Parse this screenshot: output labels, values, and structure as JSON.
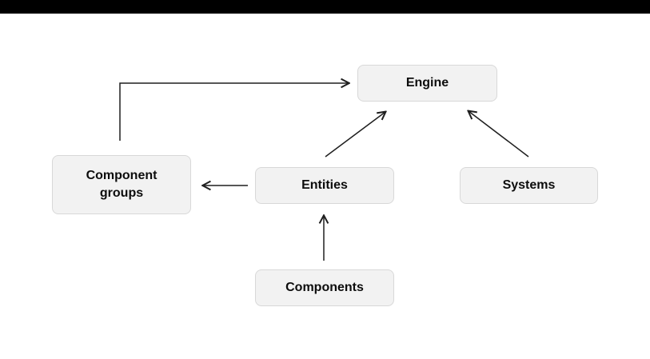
{
  "diagram": {
    "type": "flowchart",
    "background_color": "#ffffff",
    "top_bar_color": "#000000",
    "node_fill_color": "#f2f2f2",
    "node_border_color": "#d8d8d8",
    "node_text_color": "#0d0d0d",
    "arrow_color": "#1f1f1f",
    "nodes": {
      "engine": {
        "label": "Engine"
      },
      "component_groups": {
        "label": "Component groups"
      },
      "entities": {
        "label": "Entities"
      },
      "systems": {
        "label": "Systems"
      },
      "components": {
        "label": "Components"
      }
    },
    "edges": [
      {
        "from": "Component groups",
        "to": "Engine",
        "style": "elbow"
      },
      {
        "from": "Entities",
        "to": "Engine",
        "style": "straight"
      },
      {
        "from": "Systems",
        "to": "Engine",
        "style": "straight"
      },
      {
        "from": "Entities",
        "to": "Component groups",
        "style": "straight"
      },
      {
        "from": "Components",
        "to": "Entities",
        "style": "straight"
      }
    ]
  }
}
